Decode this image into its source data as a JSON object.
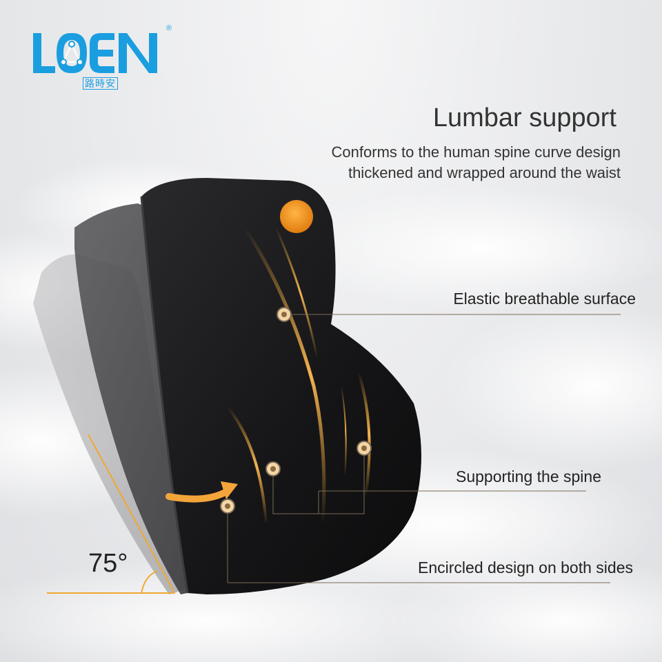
{
  "brand": {
    "name": "LOEN",
    "registered_mark": "®",
    "subtitle": "路時安",
    "color": "#1a9ee0"
  },
  "headline": {
    "title": "Lumbar support",
    "line1": "Conforms to the human spine curve design",
    "line2": "thickened and wrapped around the waist"
  },
  "callouts": [
    {
      "label": "Elastic breathable surface"
    },
    {
      "label": "Supporting the spine"
    },
    {
      "label": "Encircled design on both sides"
    }
  ],
  "angle_label": "75°",
  "colors": {
    "accent_orange": "#f0a830",
    "cushion_black": "#1b1b1d",
    "leader_line": "#7a6a55",
    "badge_orange": "#f19a2b"
  }
}
